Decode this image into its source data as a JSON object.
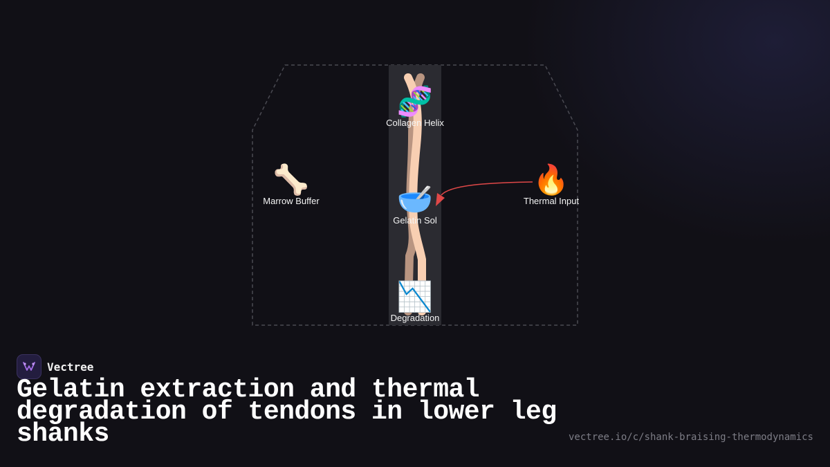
{
  "brand": {
    "name": "Vectree",
    "accent": "#a46ee8"
  },
  "title": "Gelatin extraction and thermal degradation of tendons in lower leg shanks",
  "url": "vectree.io/c/shank-braising-thermodynamics",
  "diagram": {
    "nodes": {
      "collagen": {
        "icon": "dna-icon",
        "glyph": "🧬",
        "label": "Collagen Helix"
      },
      "marrow": {
        "icon": "bone-icon",
        "glyph": "🦴",
        "label": "Marrow Buffer"
      },
      "gelatin": {
        "icon": "bowl-icon",
        "glyph": "🥣",
        "label": "Gelatin Sol"
      },
      "thermal": {
        "icon": "fire-icon",
        "glyph": "🔥",
        "label": "Thermal Input"
      },
      "degradation": {
        "icon": "chart-decreasing-icon",
        "glyph": "📉",
        "label": "Degradation"
      }
    },
    "arrow_color": "#e04848",
    "outline_color": "#4a4a52",
    "leg_color": "#f8cfb2",
    "leg_shadow_color": "#b99581"
  }
}
